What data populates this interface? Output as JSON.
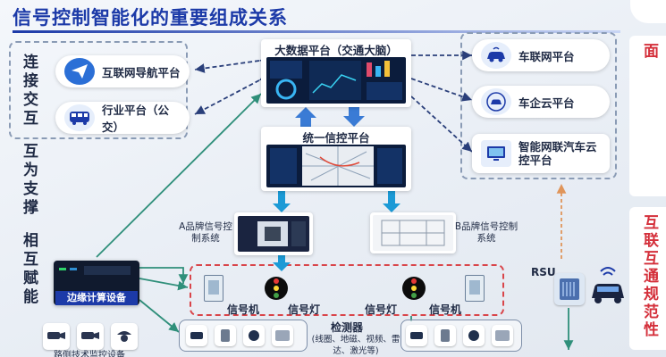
{
  "title": "信号控制智能化的重要组成关系",
  "left_vertical": {
    "line1": "连接交互",
    "line2": "互为支撑",
    "line3": "相互赋能"
  },
  "right_vertical": {
    "top": "主次关系、功能界面",
    "bottom": "互联互通规范性"
  },
  "left_platforms": [
    {
      "label": "互联网导航平台",
      "icon": "paper-plane-icon"
    },
    {
      "label": "行业平台（公交）",
      "icon": "bus-icon"
    }
  ],
  "right_platforms": [
    {
      "label": "车联网平台",
      "icon": "connected-car-icon"
    },
    {
      "label": "车企云平台",
      "icon": "car-cloud-icon"
    },
    {
      "label": "智能网联汽车云控平台",
      "icon": "monitor-icon"
    }
  ],
  "big_data_platform": {
    "label": "大数据平台（交通大脑）"
  },
  "unified_platform": {
    "label": "统一信控平台"
  },
  "brand_a": {
    "label": "A品牌信号控制系统"
  },
  "brand_b": {
    "label": "B品牌信号控制系统"
  },
  "edge_device": {
    "label": "边缘计算设备"
  },
  "intersection": {
    "signal_machine_a": "信号机",
    "signal_light_a": "信号灯",
    "signal_light_b": "信号灯",
    "signal_machine_b": "信号机"
  },
  "detector": {
    "label": "检测器",
    "sub": "(线圈、地磁、视频、雷达、激光等)"
  },
  "rsu": {
    "label": "RSU"
  },
  "bottom_left_label": "路侧技术监控设备",
  "colors": {
    "primary_blue": "#1c3aa8",
    "accent_red": "#d42f3a",
    "arrow_teal": "#2f8f7a",
    "arrow_navy": "#2a3f7a",
    "arrow_orange": "#e0955a"
  }
}
